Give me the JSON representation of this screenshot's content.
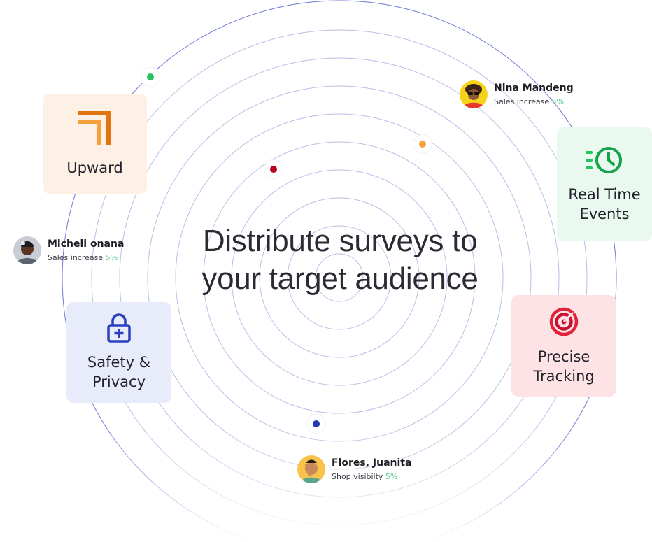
{
  "headline": {
    "line1": "Distribute surveys to",
    "line2": "your target audience"
  },
  "cards": {
    "upward": {
      "label": "Upward",
      "icon": "upward-arrow-icon",
      "bg": "#fdf1e5",
      "accent": "#f08a1c"
    },
    "realtime": {
      "label": "Real Time\nEvents",
      "icon": "clock-fast-icon",
      "bg": "#e9f9ef",
      "accent": "#22c55e"
    },
    "safety": {
      "label": "Safety &\nPrivacy",
      "icon": "lock-plus-icon",
      "bg": "#e7ebfa",
      "accent": "#2b3fc0"
    },
    "precise": {
      "label": "Precise\nTracking",
      "icon": "target-icon",
      "bg": "#fde2e6",
      "accent": "#e0243a"
    }
  },
  "people": {
    "nina": {
      "name": "Nina Mandeng",
      "caption": "Sales increase",
      "percent": "5%"
    },
    "michell": {
      "name": "Michell onana",
      "caption": "Sales increase",
      "percent": "5%"
    },
    "flores": {
      "name": "Flores, Juanita",
      "caption": "Shop visibilty",
      "percent": "5%"
    }
  },
  "colors": {
    "ring": "#b9bfe6",
    "dot_green": "#22c55e",
    "dot_red": "#b8001f",
    "dot_orange": "#f5a03a",
    "dot_blue": "#2438b0",
    "percent_green": "#4fd08a"
  }
}
